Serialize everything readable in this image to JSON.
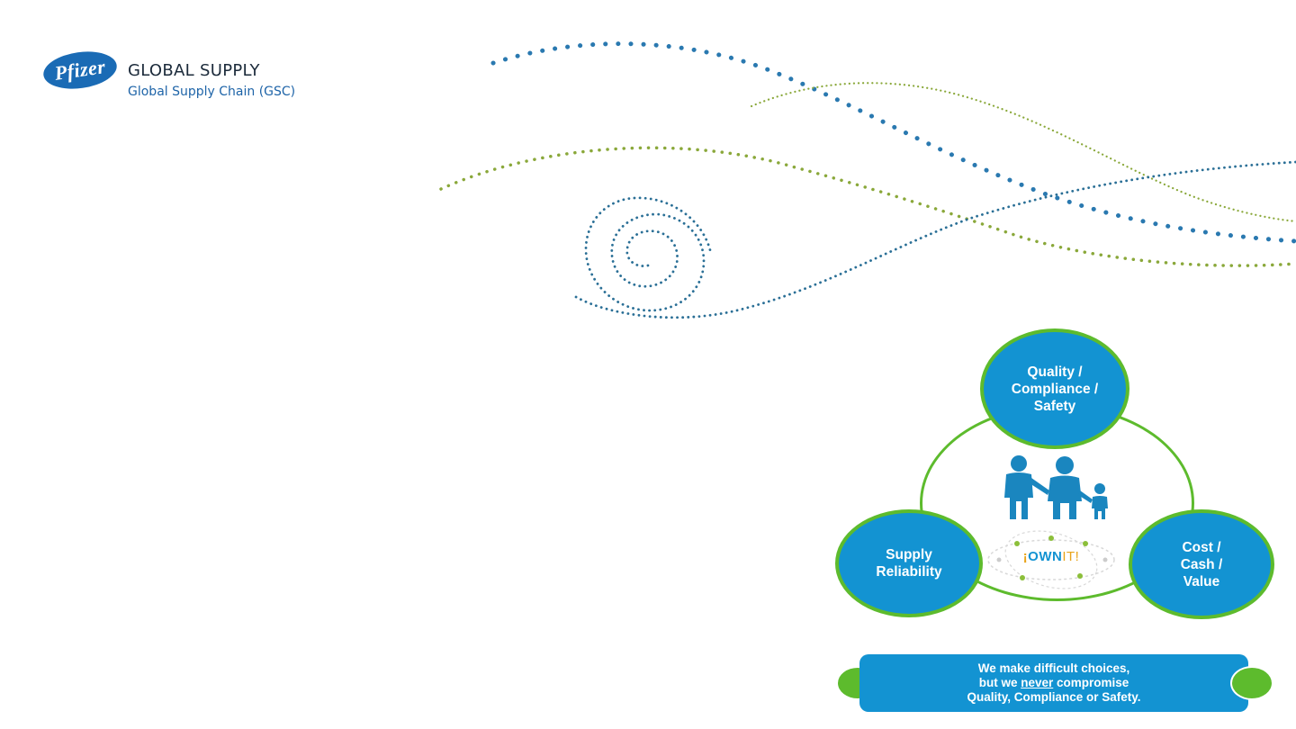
{
  "header": {
    "logo_word": "Pfizer",
    "brand_title": "GLOBAL SUPPLY",
    "brand_subtitle": "Global Supply Chain (GSC)"
  },
  "pillars": {
    "top": "Quality /\nCompliance /\nSafety",
    "left": "Supply\nReliability",
    "right": "Cost /\nCash /\nValue"
  },
  "center": {
    "icon": "family-icon",
    "ownit_prefix": "¡",
    "ownit_main": "OWN",
    "ownit_suffix": "IT!"
  },
  "banner": {
    "line1": "We make difficult choices,",
    "line2_before": "but we ",
    "line2_emphasis": "never",
    "line2_after": " compromise",
    "line3": "Quality, Compliance or Safety."
  },
  "colors": {
    "primary_blue": "#1393d2",
    "accent_green": "#5dbb2d",
    "dot_olive": "#8aa83a",
    "dot_teal": "#2a6f96",
    "logo_blue": "#1a6bb5"
  }
}
